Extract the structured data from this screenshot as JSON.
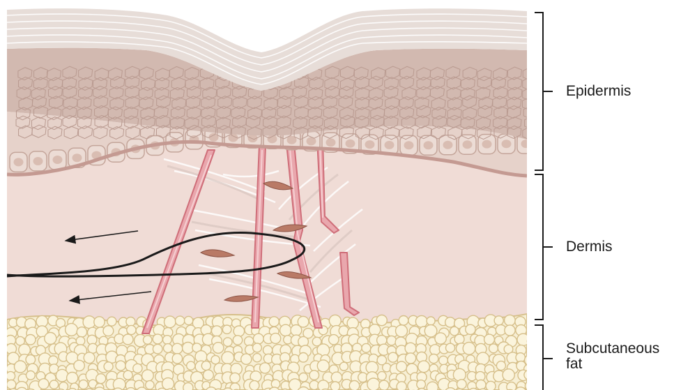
{
  "labels": {
    "epidermis": "Epidermis",
    "dermis": "Dermis",
    "subcutaneous_line1": "Subcutaneous",
    "subcutaneous_line2": "fat"
  },
  "colors": {
    "stratum_corneum": "#e7ddd8",
    "epidermis": "#d2b9b0",
    "basal_cells": "#e6d2ca",
    "dermis": "#f0dcd6",
    "fat_cell": "#f7efd4",
    "fat_outline": "#d6bf8a",
    "vessel": "#e39aa0",
    "vessel_edge": "#cf6e79",
    "fibroblast": "#b97a66",
    "collagen": "#ffffff",
    "suture": "#1a1a1a",
    "bracket": "#1a1a1a"
  }
}
